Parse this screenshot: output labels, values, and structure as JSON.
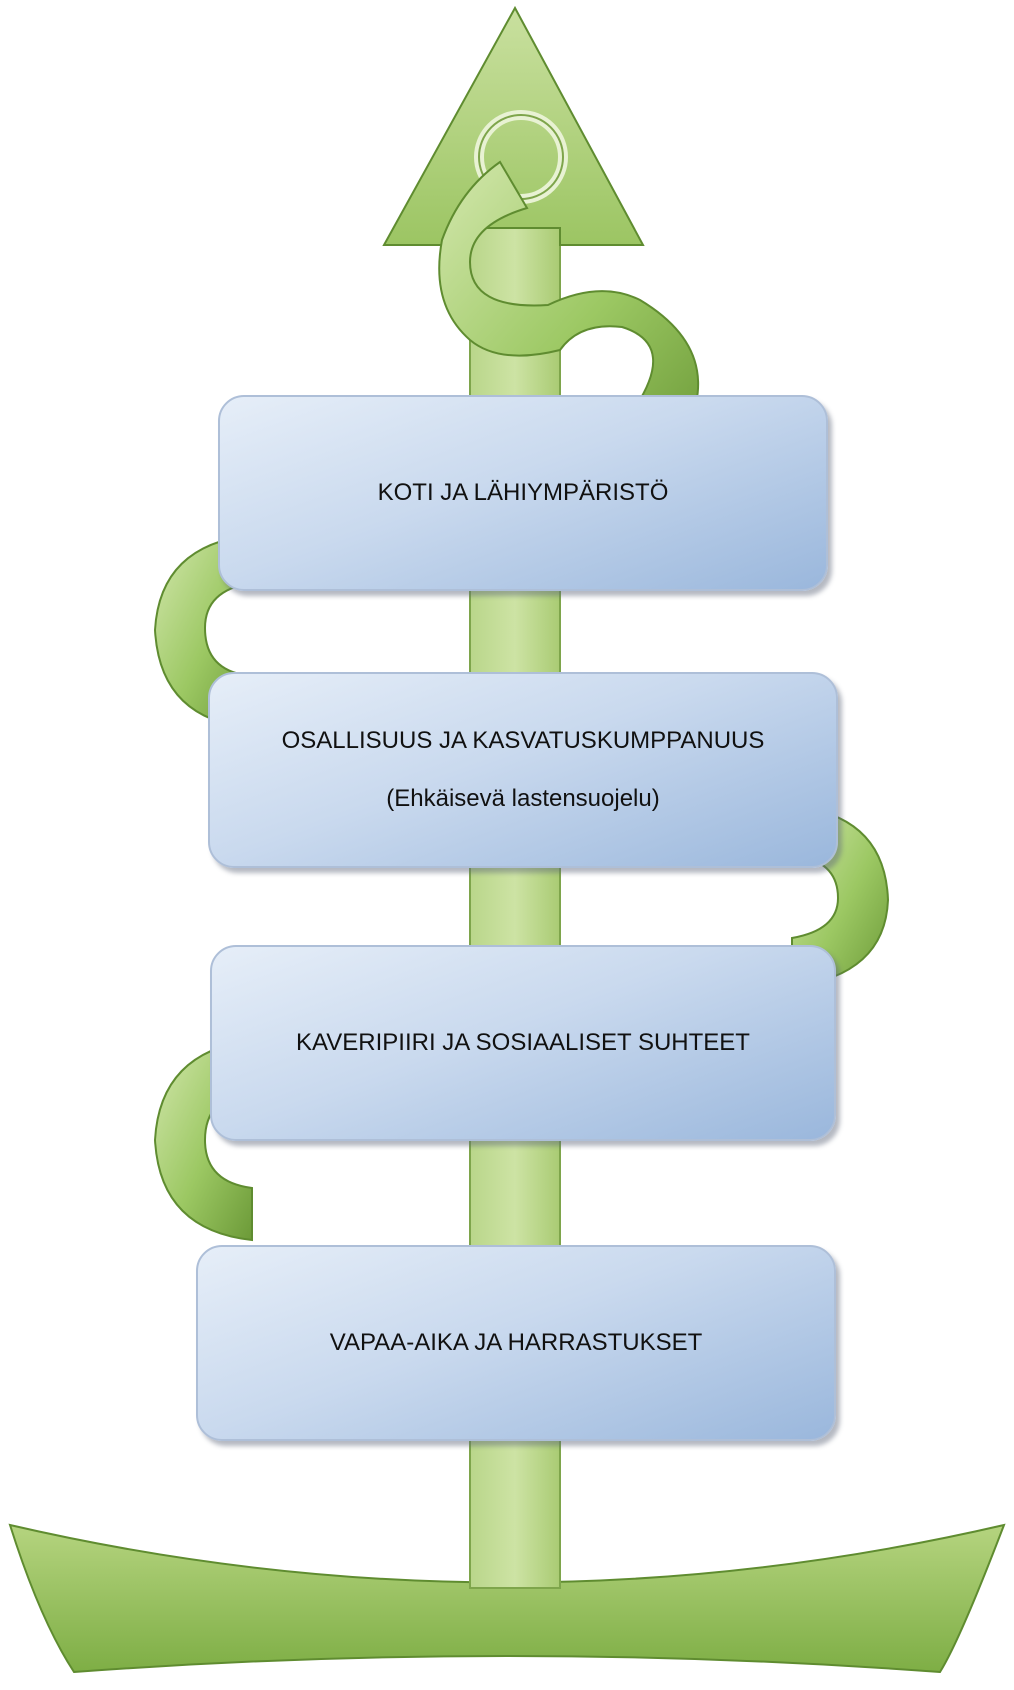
{
  "boxes": [
    {
      "id": "koti",
      "line1": "KOTI JA LÄHIYMPÄRISTÖ"
    },
    {
      "id": "osallisuus",
      "line1": "OSALLISUUS JA KASVATUSKUMPPANUUS",
      "line2": "(Ehkäisevä lastensuojelu)"
    },
    {
      "id": "kaveripiiri",
      "line1": "KAVERIPIIRI JA SOSIAALISET SUHTEET"
    },
    {
      "id": "vapaa-aika",
      "line1": "VAPAA-AIKA JA HARRASTUKSET"
    }
  ],
  "colors": {
    "green_light": "#c5dd92",
    "green_mid": "#98c45e",
    "green_dark": "#5f8c30",
    "box_light": "#e6eef8",
    "box_dark": "#9ab7dc"
  }
}
